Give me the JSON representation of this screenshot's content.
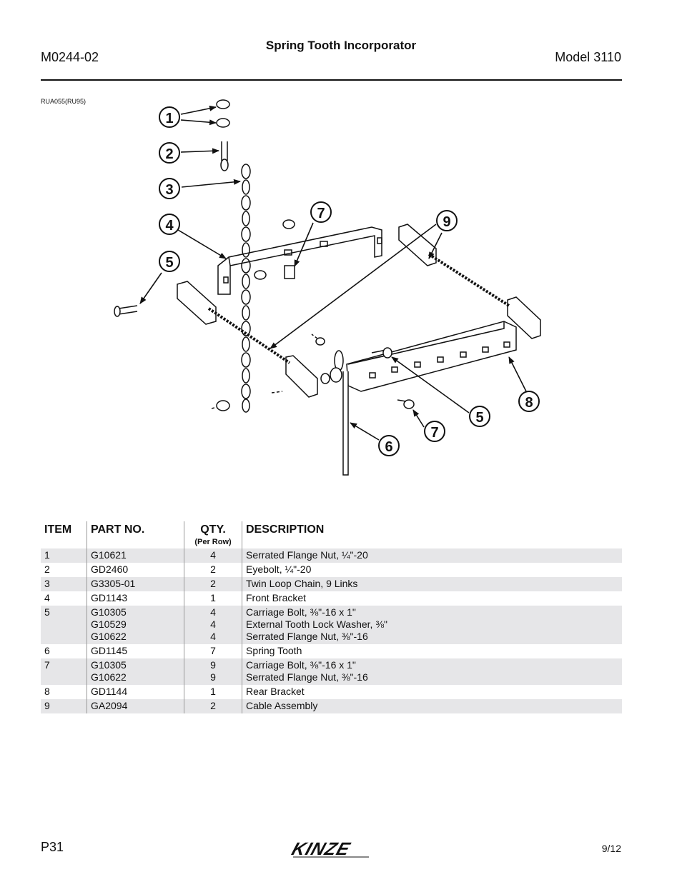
{
  "header": {
    "doc_number": "M0244-02",
    "title": "Spring Tooth Incorporator",
    "model": "Model 3110"
  },
  "figure": {
    "ref_code": "RUA055(RU95)",
    "callouts": [
      "1",
      "2",
      "3",
      "4",
      "5",
      "7",
      "9",
      "5",
      "7",
      "6",
      "8"
    ]
  },
  "table": {
    "headers": {
      "item": "ITEM",
      "part": "PART NO.",
      "qty": "QTY.",
      "qty_sub": "(Per Row)",
      "desc": "DESCRIPTION"
    },
    "rows": [
      {
        "item": "1",
        "parts": [
          "G10621"
        ],
        "qty": [
          "4"
        ],
        "desc": [
          "Serrated Flange Nut, ¼\"-20"
        ]
      },
      {
        "item": "2",
        "parts": [
          "GD2460"
        ],
        "qty": [
          "2"
        ],
        "desc": [
          "Eyebolt, ¼\"-20"
        ]
      },
      {
        "item": "3",
        "parts": [
          "G3305-01"
        ],
        "qty": [
          "2"
        ],
        "desc": [
          "Twin Loop Chain, 9 Links"
        ]
      },
      {
        "item": "4",
        "parts": [
          "GD1143"
        ],
        "qty": [
          "1"
        ],
        "desc": [
          "Front Bracket"
        ]
      },
      {
        "item": "5",
        "parts": [
          "G10305",
          "G10529",
          "G10622"
        ],
        "qty": [
          "4",
          "4",
          "4"
        ],
        "desc": [
          "Carriage Bolt, ⅜\"-16 x 1\"",
          "External Tooth Lock Washer, ⅜\"",
          "Serrated Flange Nut, ⅜\"-16"
        ]
      },
      {
        "item": "6",
        "parts": [
          "GD1145"
        ],
        "qty": [
          "7"
        ],
        "desc": [
          "Spring Tooth"
        ]
      },
      {
        "item": "7",
        "parts": [
          "G10305",
          "G10622"
        ],
        "qty": [
          "9",
          "9"
        ],
        "desc": [
          "Carriage Bolt, ⅜\"-16 x 1\"",
          "Serrated Flange Nut, ⅜\"-16"
        ]
      },
      {
        "item": "8",
        "parts": [
          "GD1144"
        ],
        "qty": [
          "1"
        ],
        "desc": [
          "Rear Bracket"
        ]
      },
      {
        "item": "9",
        "parts": [
          "GA2094"
        ],
        "qty": [
          "2"
        ],
        "desc": [
          "Cable Assembly"
        ]
      }
    ]
  },
  "footer": {
    "page": "P31",
    "brand": "KINZE",
    "date": "9/12"
  }
}
